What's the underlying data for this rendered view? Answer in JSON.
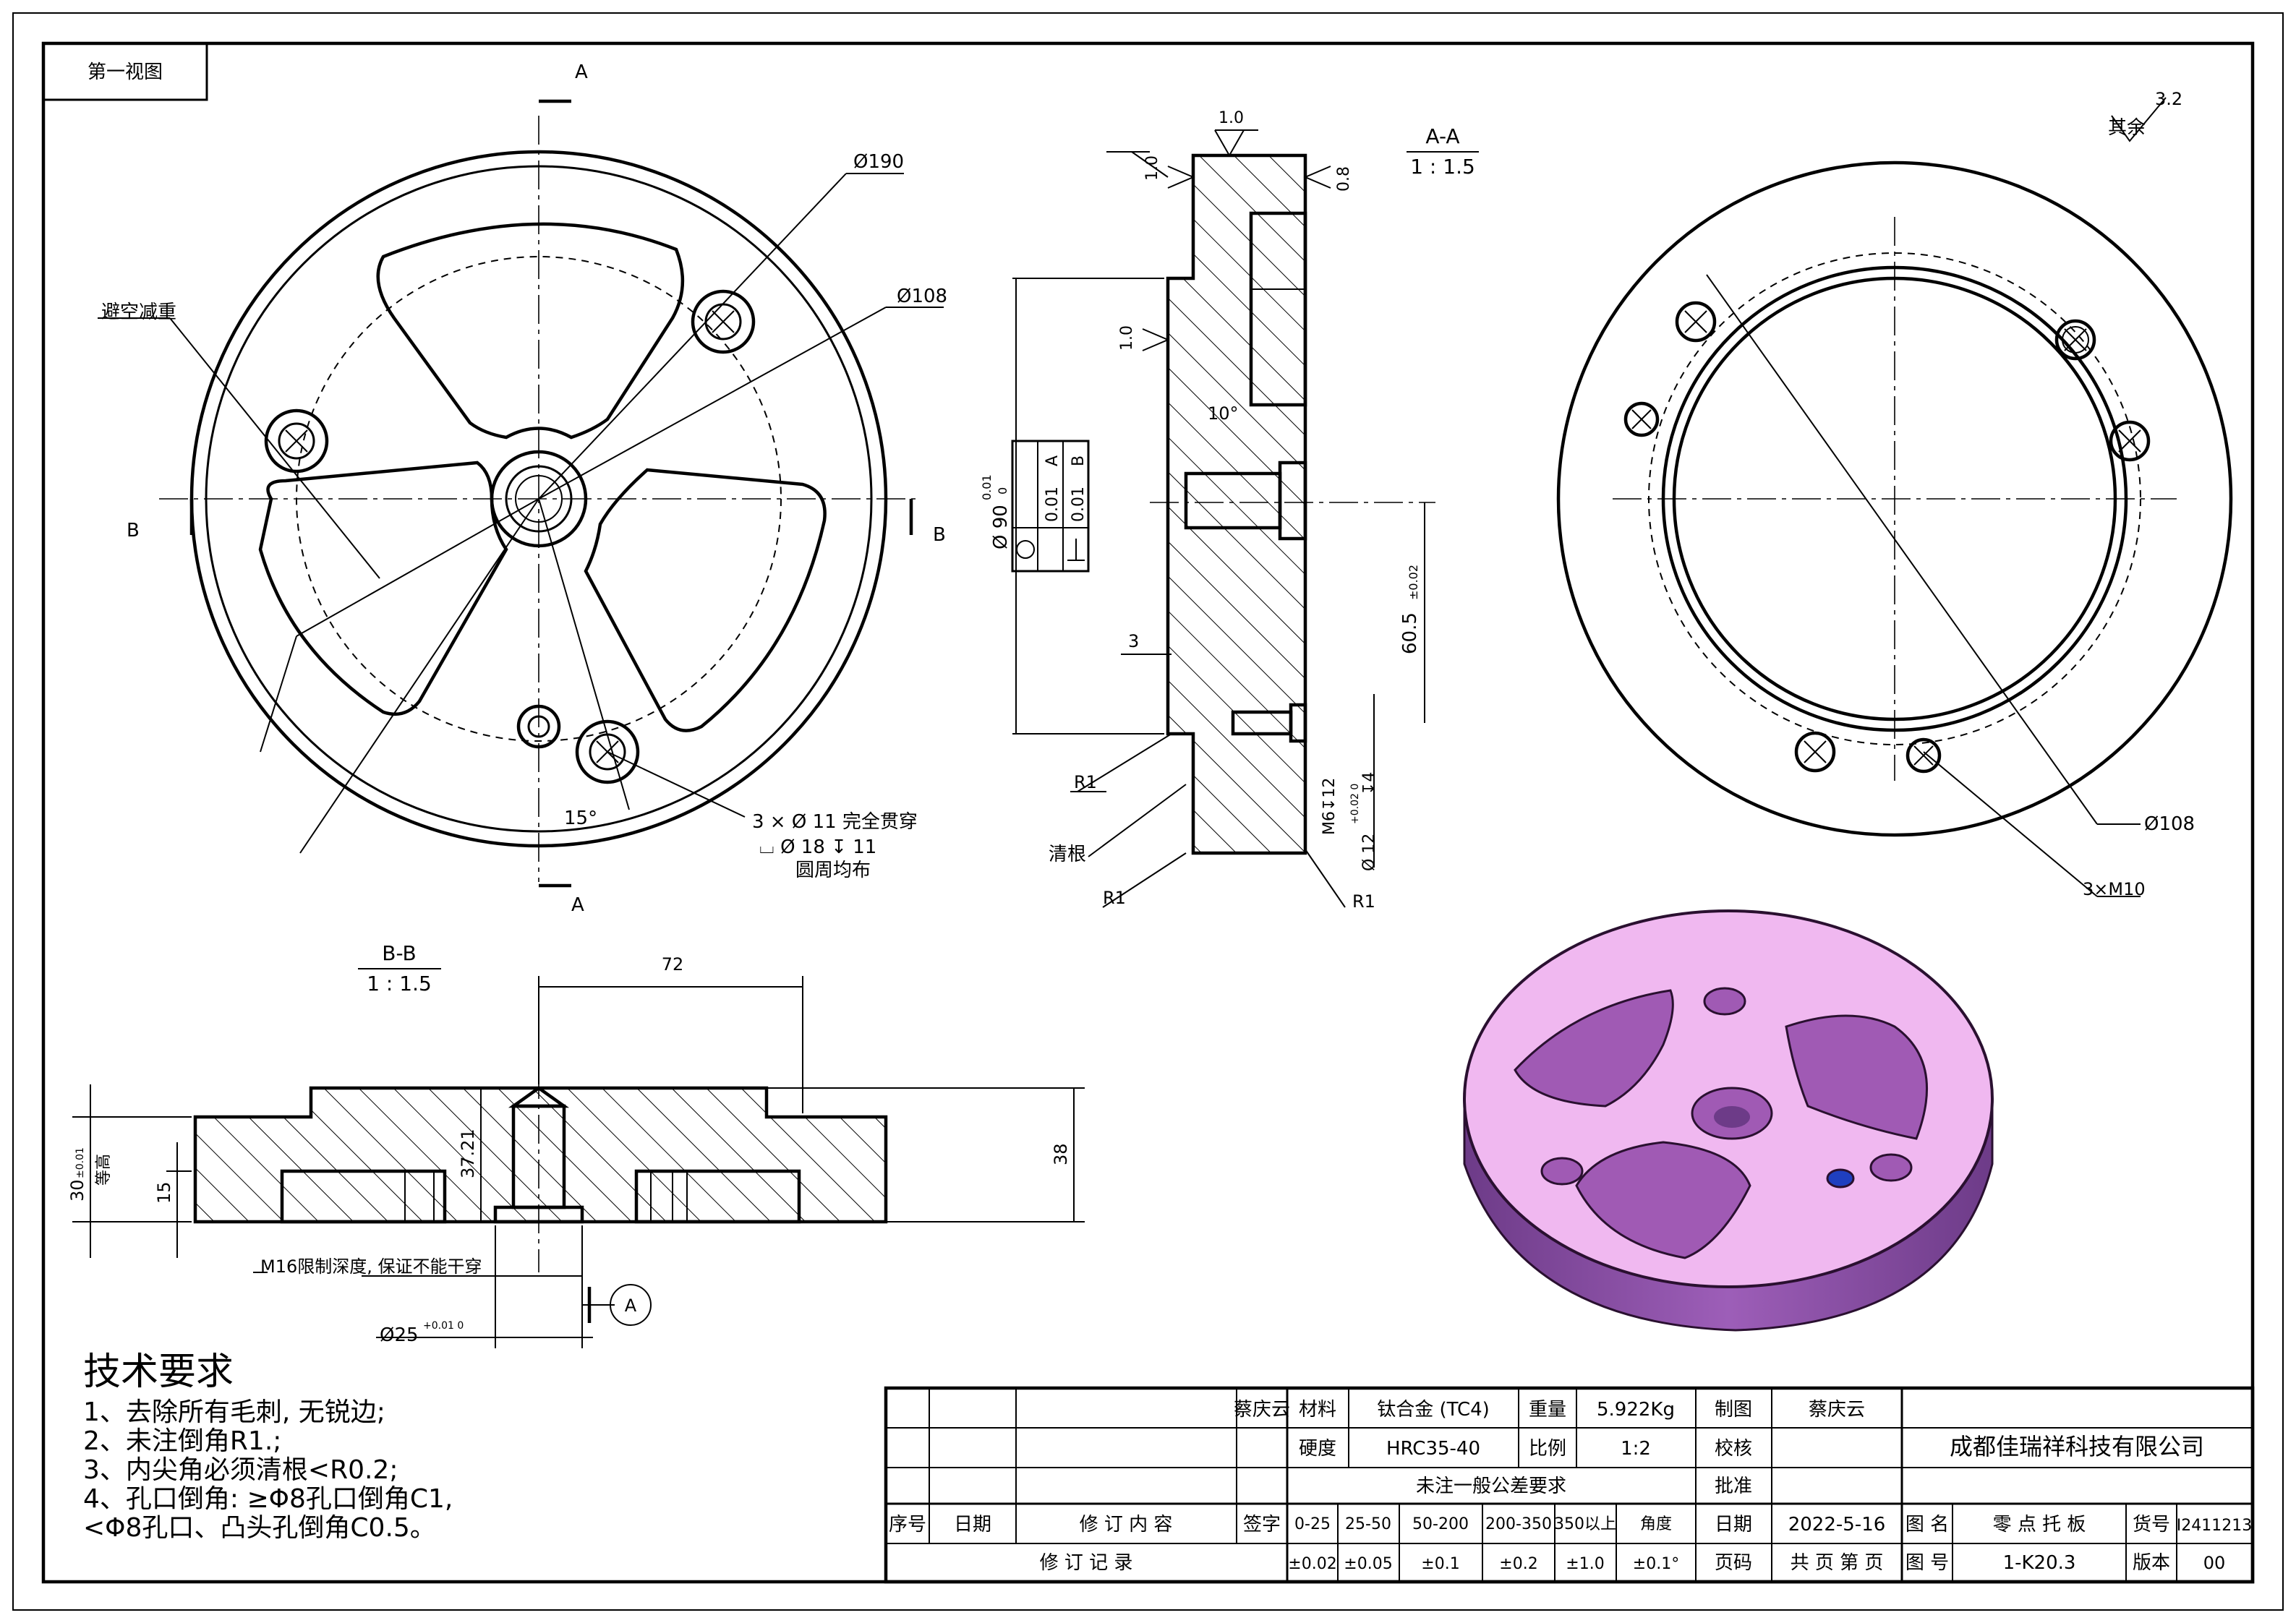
{
  "view_label": "第一视图",
  "section_marks": {
    "a": "A",
    "b": "B"
  },
  "front_view": {
    "label_lightening": "避空减重",
    "dia_190": "Ø190",
    "dia_108": "Ø108",
    "angle_15": "15°",
    "hole_note_1": "3 × Ø 11 完全贯穿",
    "hole_note_2": "⌴ Ø 18 ↧ 11",
    "hole_note_3": "圆周均布"
  },
  "section_aa": {
    "title": "A-A",
    "scale": "1 : 1.5",
    "rough_1": "1.0",
    "rough_2": "1.0",
    "rough_3": "0.8",
    "rough_4": "1.0",
    "angle": "10°",
    "dia_90": "Ø 90",
    "dia_90_tol_upper": "0.01",
    "dia_90_tol_lower": "0",
    "gdt_1_value": "0.01",
    "gdt_1_datum": "A",
    "gdt_2_value": "0.01",
    "gdt_2_datum": "B",
    "dim_3": "3",
    "dim_60_5": "60.5",
    "dim_60_5_tol": "±0.02",
    "m6": "M6↧12",
    "dia_12": "Ø 12",
    "dia_12_tol": "+0.02 0",
    "dia_12_depth": "↧4",
    "r1_a": "R1",
    "r1_b": "R1",
    "r1_c": "R1",
    "root_clean": "清根"
  },
  "rear_view": {
    "dia_108": "Ø108",
    "holes": "3×M10",
    "other_roughness_label": "其余",
    "other_roughness_value": "3.2"
  },
  "section_bb": {
    "title": "B-B",
    "scale": "1 : 1.5",
    "dim_72": "72",
    "dim_38": "38",
    "dim_37_21": "37.21",
    "dim_30": "30",
    "dim_30_tol": "±0.01",
    "dim_30_note": "等高",
    "dim_15": "15",
    "m16_note": "M16限制深度, 保证不能干穿",
    "dia_25": "Ø25",
    "dia_25_tol": "+0.01 0",
    "datum": "A"
  },
  "tech_req": {
    "title": "技术要求",
    "items": [
      "1、去除所有毛刺, 无锐边;",
      "2、未注倒角R1.;",
      "3、内尖角必须清根<R0.2;",
      "4、孔口倒角: ≥Φ8孔口倒角C1,",
      "<Φ8孔口、凸头孔倒角C0.5。"
    ]
  },
  "title_block": {
    "designer_sig": "蔡庆云",
    "material_label": "材料",
    "material_value": "钛合金 (TC4)",
    "weight_label": "重量",
    "weight_value": "5.922Kg",
    "drawn_label": "制图",
    "drawn_value": "蔡庆云",
    "company": "成都佳瑞祥科技有限公司",
    "hardness_label": "硬度",
    "hardness_value": "HRC35-40",
    "scale_label": "比例",
    "scale_value": "1:2",
    "check_label": "校核",
    "general_tol": "未注一般公差要求",
    "approve_label": "批准",
    "rev_cols": [
      "序号",
      "日期",
      "修 订 内 容",
      "签字"
    ],
    "rev_record": "修 订 记 录",
    "tol_ranges": [
      "0-25",
      "25-50",
      "50-200",
      "200-350",
      "350以上",
      "角度"
    ],
    "tol_values": [
      "±0.02",
      "±0.05",
      "±0.1",
      "±0.2",
      "±1.0",
      "±0.1°"
    ],
    "date_label": "日期",
    "date_value": "2022-5-16",
    "page_label": "页码",
    "page_value": "共 页  第 页",
    "drawing_name_label": "图 名",
    "drawing_name_value": "零 点 托 板",
    "drawing_no_label": "图 号",
    "drawing_no_value": "1-K20.3",
    "item_no_label": "货号",
    "item_no_value": "I2411213",
    "version_label": "版本",
    "version_value": "00"
  },
  "colors": {
    "render_face": "#f0b8f0",
    "render_side": "#8e4fa8",
    "render_edge": "#2a1030",
    "render_hole": "#1f3fc0"
  }
}
